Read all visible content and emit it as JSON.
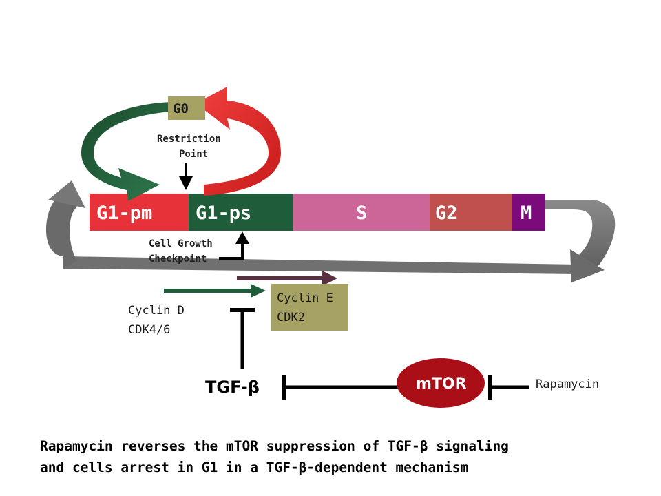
{
  "diagram": {
    "phases": {
      "g1pm": "G1-pm",
      "g1ps": "G1-ps",
      "s": "S",
      "g2": "G2",
      "m": "M"
    },
    "g0": "G0",
    "restriction_point": [
      "Restriction",
      "Point"
    ],
    "cell_growth_checkpoint": [
      "Cell Growth",
      "Checkpoint"
    ],
    "cyclin_d": [
      "Cyclin D",
      "CDK4/6"
    ],
    "cyclin_e": [
      "Cyclin E",
      "CDK2"
    ],
    "tgf_beta": "TGF-β",
    "mtor": "mTOR",
    "rapamycin": "Rapamycin",
    "caption": [
      "Rapamycin reverses the mTOR suppression of TGF-β signaling",
      "and cells arrest in G1 in a TGF-β-dependent mechanism"
    ]
  },
  "colors": {
    "g1pm": "#e8323a",
    "g1ps": "#1f5c3a",
    "s": "#cc6699",
    "g2": "#c0504d",
    "m": "#7b0a7b",
    "g0_box": "#a6a264",
    "cyclin_e_box": "#a6a264",
    "mtor": "#aa0f17",
    "cycle_arrow": "#666666",
    "green_arrow": "#1f5c3a",
    "red_arrow": "#e02a2a",
    "cyclin_e_arrow": "#5a3040"
  }
}
